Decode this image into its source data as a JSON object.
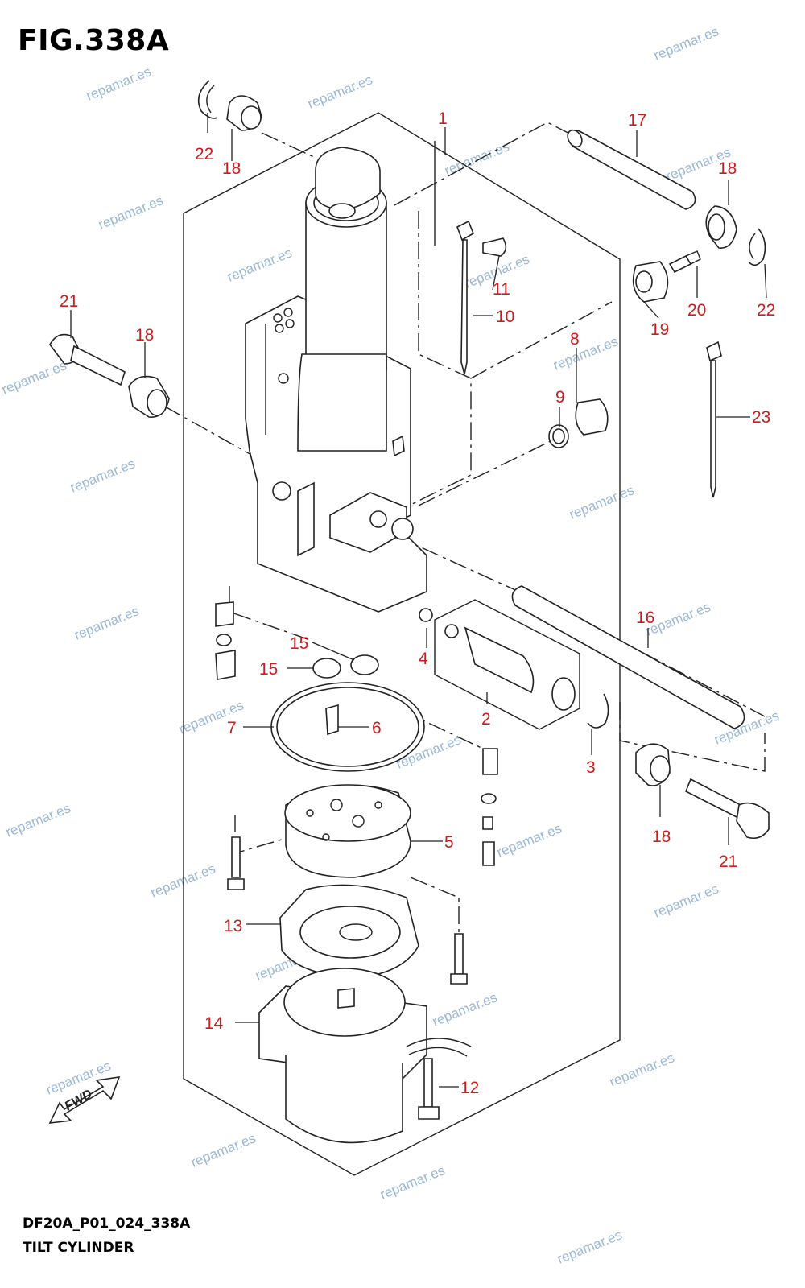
{
  "header": {
    "figure": "FIG.338A"
  },
  "footer": {
    "model_code": "DF20A_P01_024_338A",
    "section_title": "TILT CYLINDER"
  },
  "badge": {
    "fwd_label": "FWD"
  },
  "watermark": {
    "text": "repamar.es"
  },
  "callouts": [
    {
      "label": "1"
    },
    {
      "label": "2"
    },
    {
      "label": "3"
    },
    {
      "label": "4"
    },
    {
      "label": "5"
    },
    {
      "label": "6"
    },
    {
      "label": "7"
    },
    {
      "label": "8"
    },
    {
      "label": "9"
    },
    {
      "label": "10"
    },
    {
      "label": "11"
    },
    {
      "label": "12"
    },
    {
      "label": "13"
    },
    {
      "label": "14"
    },
    {
      "label": "15"
    },
    {
      "label": "15"
    },
    {
      "label": "16"
    },
    {
      "label": "17"
    },
    {
      "label": "18"
    },
    {
      "label": "18"
    },
    {
      "label": "18"
    },
    {
      "label": "18"
    },
    {
      "label": "19"
    },
    {
      "label": "20"
    },
    {
      "label": "21"
    },
    {
      "label": "21"
    },
    {
      "label": "22"
    },
    {
      "label": "22"
    },
    {
      "label": "23"
    }
  ],
  "colors": {
    "callout": "#c81e1e",
    "watermark": "#9bb7d6",
    "line": "#222222"
  }
}
